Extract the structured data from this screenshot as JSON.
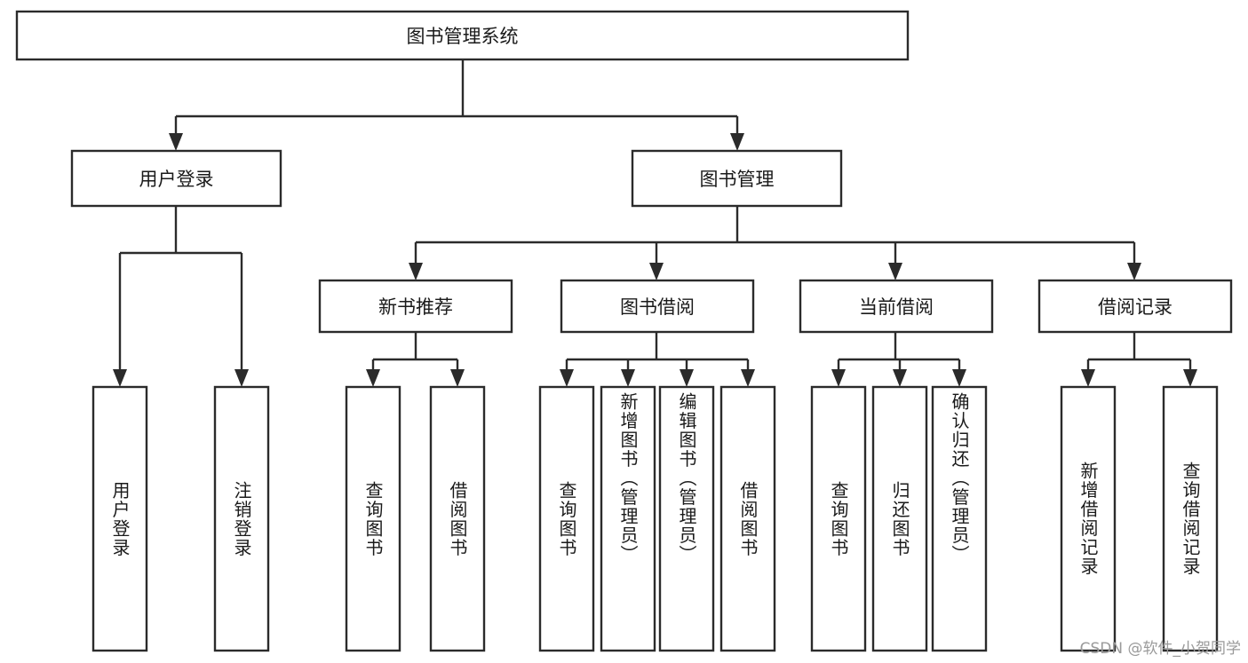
{
  "diagram": {
    "type": "tree",
    "title": "图书管理系统",
    "orientation": "top-down",
    "root": {
      "label": "图书管理系统"
    },
    "level2": [
      {
        "label": "用户登录"
      },
      {
        "label": "图书管理"
      }
    ],
    "level3": [
      {
        "label": "新书推荐"
      },
      {
        "label": "图书借阅"
      },
      {
        "label": "当前借阅"
      },
      {
        "label": "借阅记录"
      }
    ],
    "leaves": {
      "user_login": [
        {
          "label": "用户登录"
        },
        {
          "label": "注销登录"
        }
      ],
      "new_book_recommend": [
        {
          "label": "查询图书"
        },
        {
          "label": "借阅图书"
        }
      ],
      "book_borrow": [
        {
          "label": "查询图书"
        },
        {
          "label": "新增图书（管理员）"
        },
        {
          "label": "编辑图书（管理员）"
        },
        {
          "label": "借阅图书"
        }
      ],
      "current_borrow": [
        {
          "label": "查询图书"
        },
        {
          "label": "归还图书"
        },
        {
          "label": "确认归还（管理员）"
        }
      ],
      "borrow_record": [
        {
          "label": "新增借阅记录"
        },
        {
          "label": "查询借阅记录"
        }
      ]
    }
  },
  "watermark": {
    "text": "CSDN @软件_小贺同学"
  },
  "colors": {
    "stroke": "#2b2b2b",
    "node_fill": "#ffffff",
    "text": "#1a1a1a",
    "background": "#ffffff",
    "watermark": "#9a9a9a"
  }
}
